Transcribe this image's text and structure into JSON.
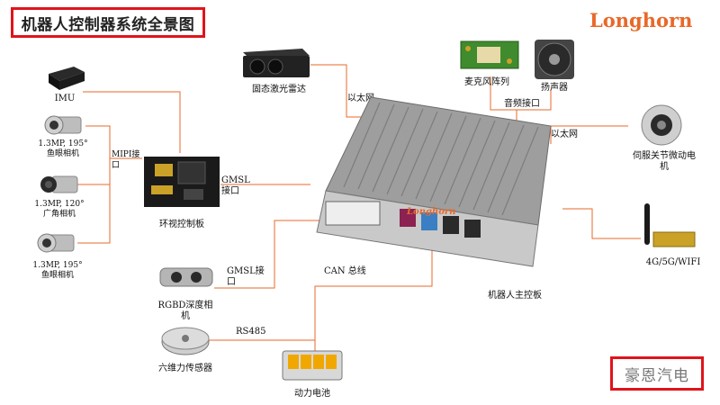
{
  "title": "机器人控制器系统全景图",
  "brand": "Longhorn",
  "watermark": "豪恩汽电",
  "colors": {
    "title_border": "#e0141b",
    "brand": "#e8692a",
    "connector": "#e8692a",
    "watermark_border": "#e0141b"
  },
  "main_board": {
    "label": "机器人主控板",
    "logo": "Longhorn"
  },
  "surround_board": {
    "label": "环视控制板"
  },
  "devices": {
    "imu": "IMU",
    "cam1": "1.3MP, 195°鱼眼相机",
    "cam2": "1.3MP, 120°广角相机",
    "cam3": "1.3MP, 195°鱼眼相机",
    "lidar": "固态激光雷达",
    "mic": "麦克风阵列",
    "speaker": "扬声器",
    "motor": "伺服关节微动电机",
    "wifi": "4G/5G/WIFI",
    "rgbd": "RGBD深度相机",
    "force": "六维力传感器",
    "battery": "动力电池"
  },
  "links": {
    "mipi": "MIPI接口",
    "gmsl1": "GMSL接口",
    "gmsl2": "GMSL接口",
    "ethernet1": "以太网",
    "audio": "音频接口",
    "ethernet2": "以太网",
    "can": "CAN 总线",
    "rs485": "RS485"
  }
}
